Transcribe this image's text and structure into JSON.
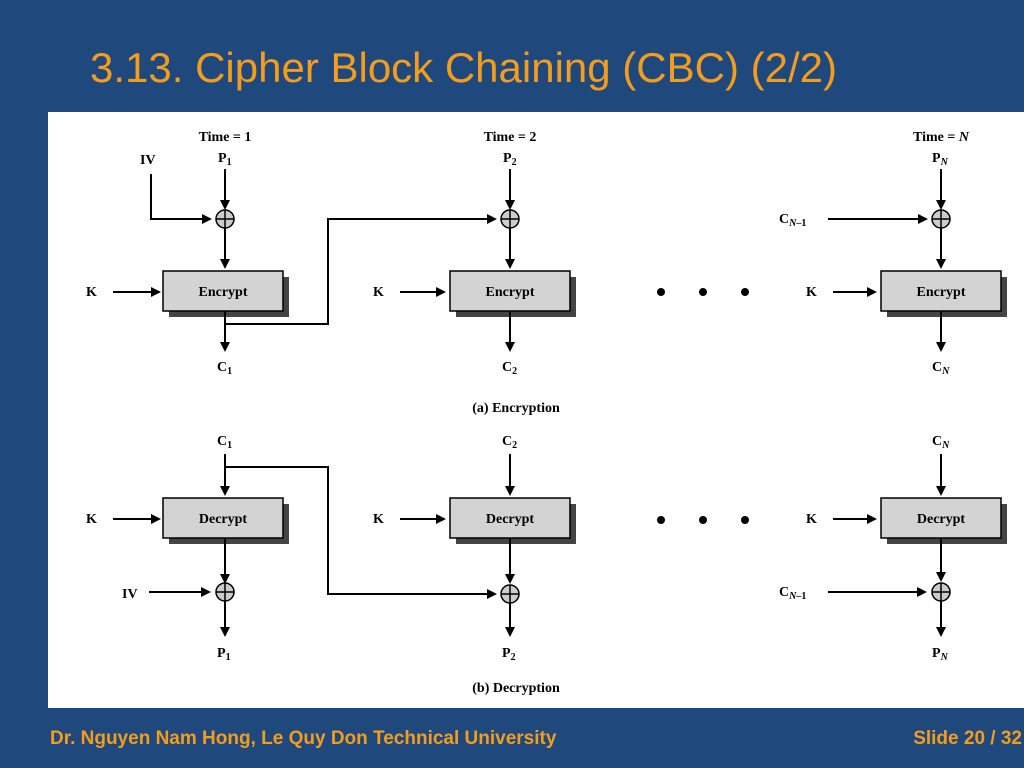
{
  "slide": {
    "title": "3.13. Cipher Block Chaining (CBC) (2/2)",
    "footer_author": "Dr. Nguyen Nam Hong, Le Quy Don Technical University",
    "footer_slide_label": "Slide",
    "footer_slide_number": "20",
    "footer_slide_total": "32"
  },
  "diagram": {
    "encryption": {
      "caption": "(a) Encryption",
      "times": [
        "Time = 1",
        "Time = 2",
        "Time = N"
      ],
      "plaintexts": [
        "P1",
        "P2",
        "PN"
      ],
      "ciphertexts": [
        "C1",
        "C2",
        "CN"
      ],
      "key_label": "K",
      "iv_label": "IV",
      "chain_label": "CN–1",
      "block_label": "Encrypt"
    },
    "decryption": {
      "caption": "(b) Decryption",
      "ciphertexts": [
        "C1",
        "C2",
        "CN"
      ],
      "plaintexts": [
        "P1",
        "P2",
        "PN"
      ],
      "key_label": "K",
      "iv_label": "IV",
      "chain_label": "CN–1",
      "block_label": "Decrypt"
    },
    "ellipsis": "•   •   •"
  }
}
